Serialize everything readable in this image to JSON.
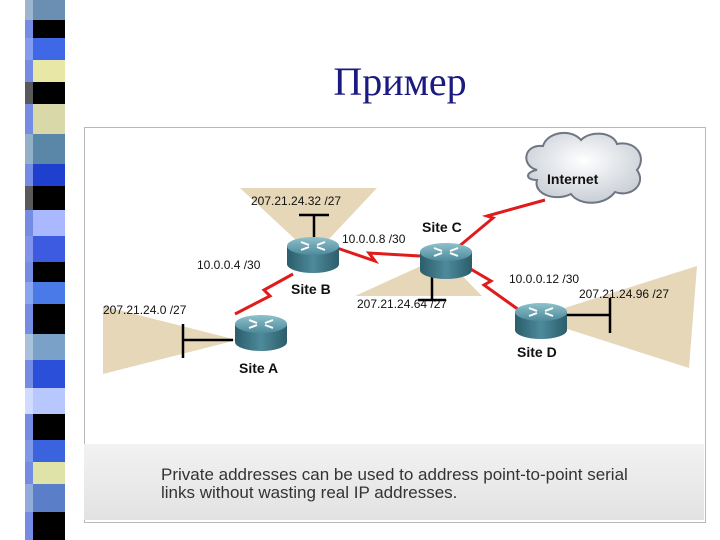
{
  "slide": {
    "title": "Пример"
  },
  "diagram": {
    "internet_label": "Internet",
    "sites": {
      "a": {
        "label": "Site A"
      },
      "b": {
        "label": "Site B"
      },
      "c": {
        "label": "Site C"
      },
      "d": {
        "label": "Site D"
      }
    },
    "networks": {
      "lan_a": "207.21.24.0 /27",
      "lan_b": "207.21.24.32 /27",
      "lan_c": "207.21.24.64 /27",
      "lan_d": "207.21.24.96 /27",
      "link_ab": "10.0.0.4 /30",
      "link_bc": "10.0.0.8 /30",
      "link_cd": "10.0.0.12 /30"
    },
    "caption": {
      "line1": "Private addresses can be used to address point-to-point serial",
      "line2": "links without wasting real IP addresses."
    }
  },
  "colors": {
    "serial_link": "#e01b1b",
    "lan_segment": "#e5d7b8",
    "router": "#4d8a9a",
    "title": "#1a1a80"
  }
}
